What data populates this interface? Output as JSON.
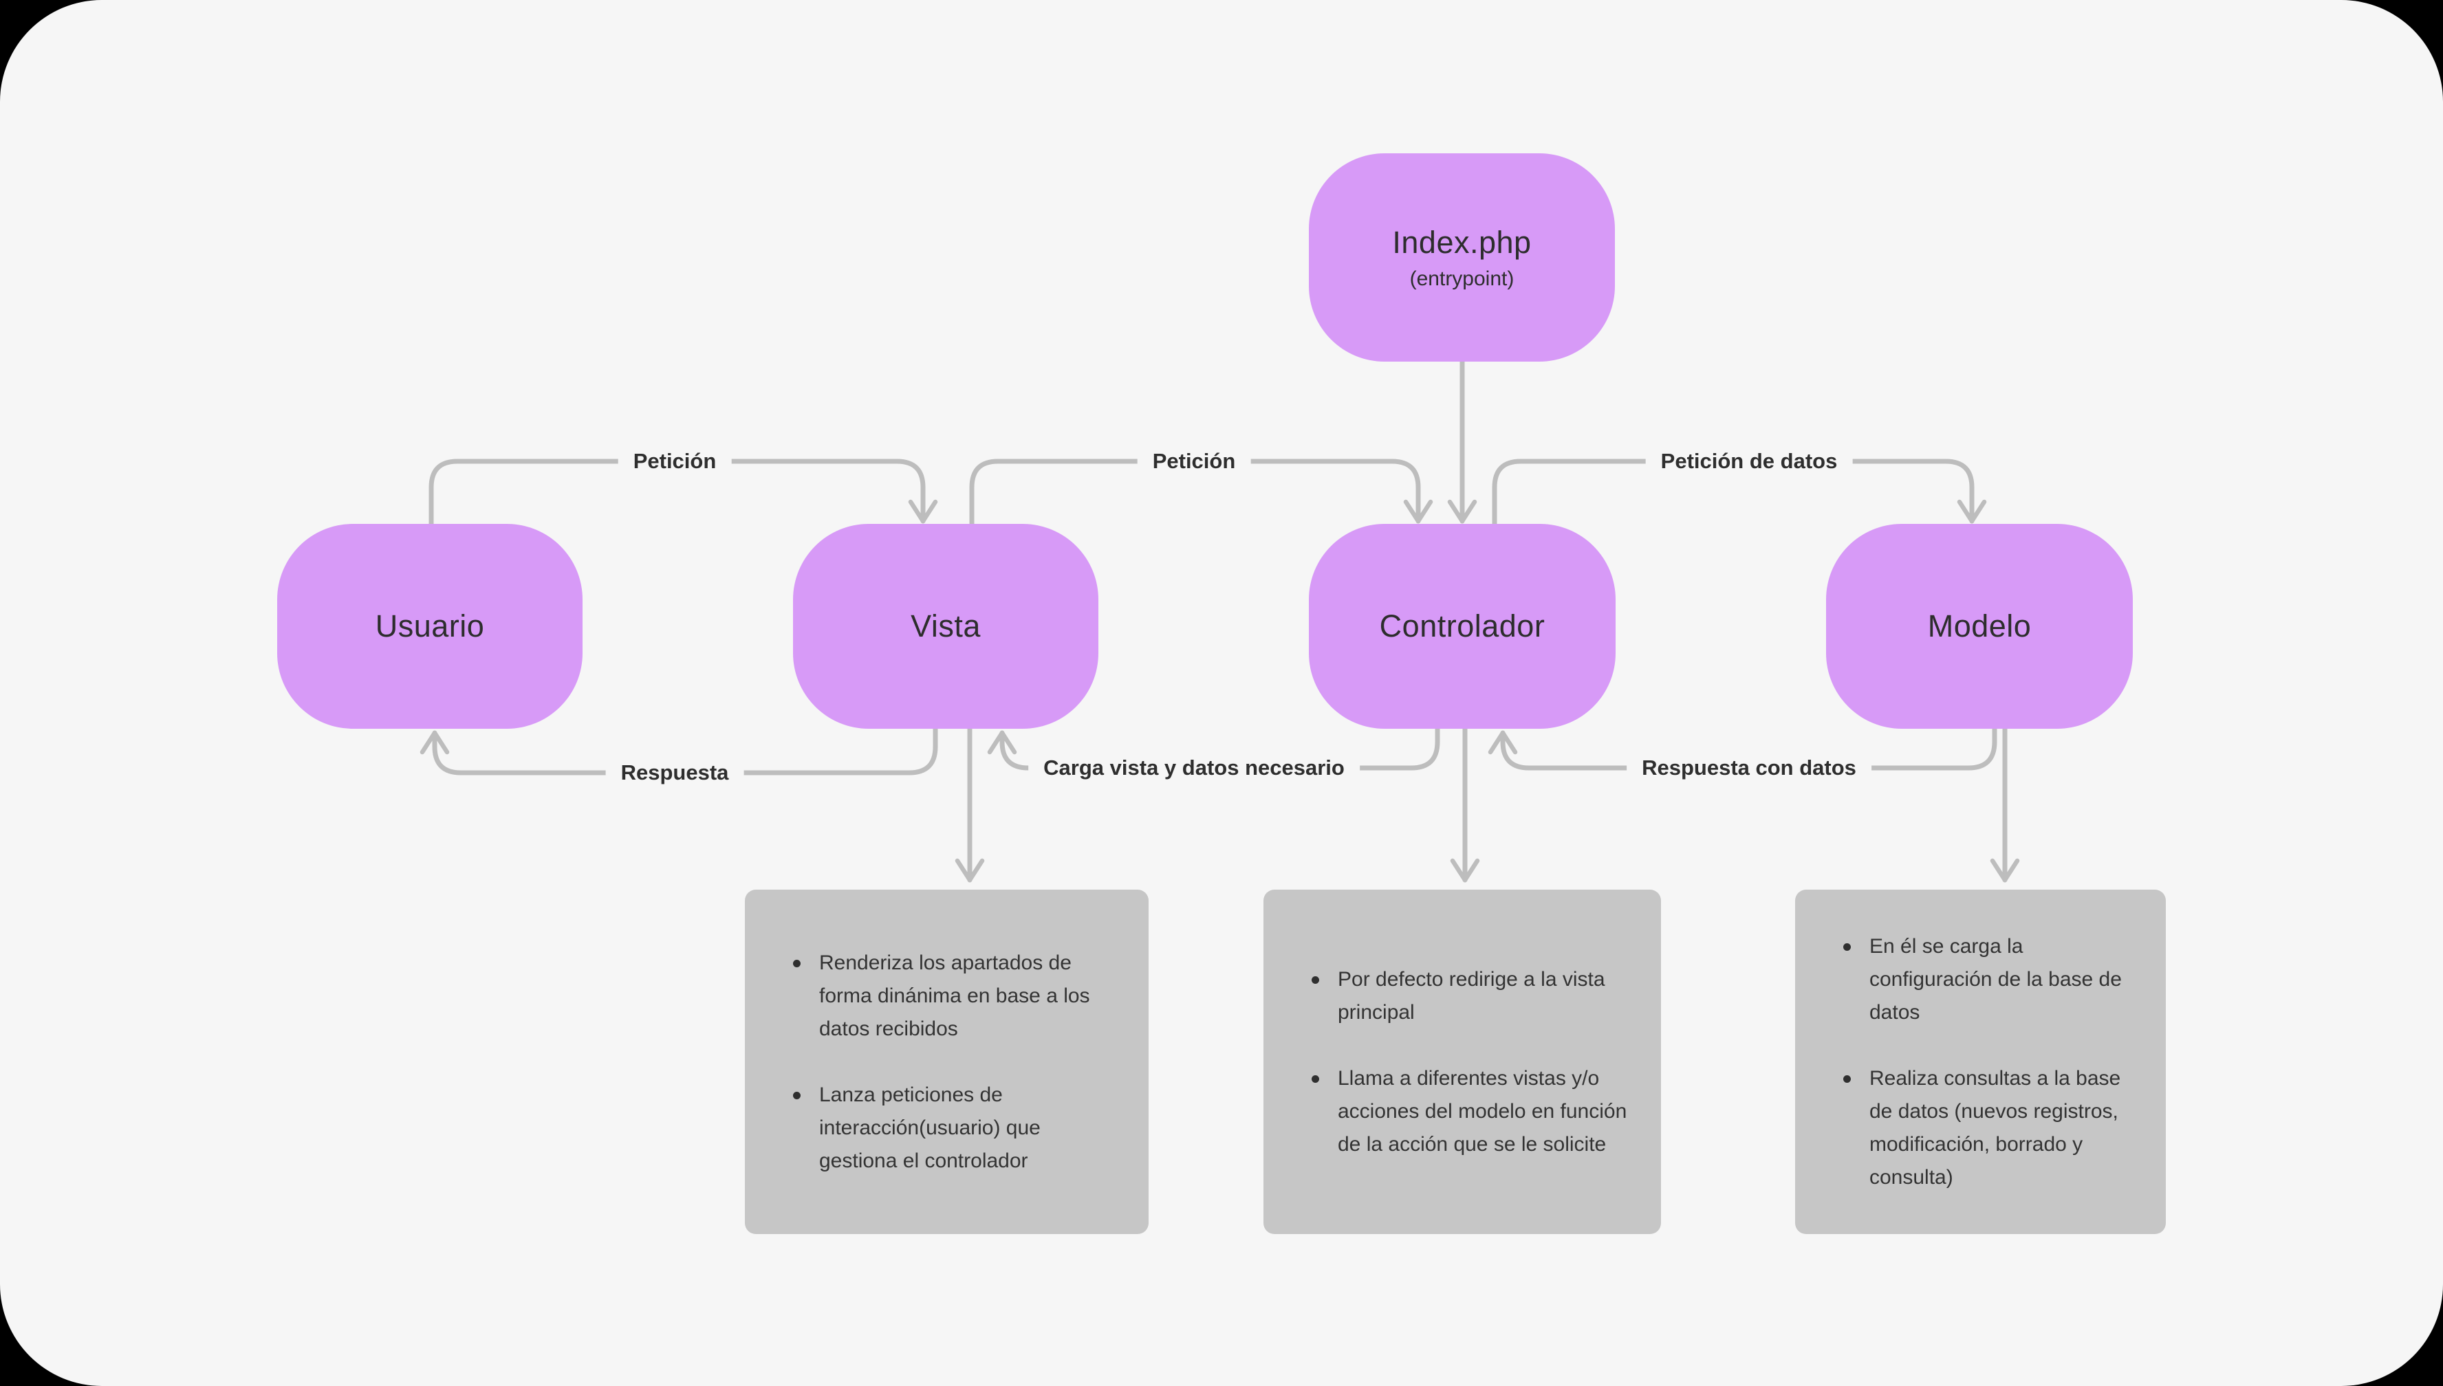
{
  "nodes": {
    "index": {
      "title": "Index.php",
      "subtitle": "(entrypoint)"
    },
    "usuario": {
      "label": "Usuario"
    },
    "vista": {
      "label": "Vista"
    },
    "controlador": {
      "label": "Controlador"
    },
    "modelo": {
      "label": "Modelo"
    }
  },
  "edges": {
    "usuario_to_vista": "Petición",
    "vista_to_controlador": "Petición",
    "controlador_to_modelo": "Petición de datos",
    "vista_to_usuario": "Respuesta",
    "controlador_to_vista": "Carga vista y datos necesario",
    "modelo_to_controlador": "Respuesta con datos"
  },
  "cards": {
    "vista": {
      "items": [
        "Renderiza los apartados de forma dinánima en base a los datos recibidos",
        "Lanza peticiones de interacción(usuario) que gestiona el controlador"
      ]
    },
    "controlador": {
      "items": [
        "Por defecto redirige a la vista principal",
        "Llama a diferentes vistas y/o acciones del modelo en función de la acción que se le solicite"
      ]
    },
    "modelo": {
      "items": [
        "En él se carga la configuración de la base de datos",
        "Realiza consultas a la base de datos (nuevos registros, modificación, borrado y consulta)"
      ]
    }
  },
  "colors": {
    "outer_background": "#000000",
    "panel_background": "#f6f6f6",
    "node_fill": "#d79af7",
    "card_fill": "#c6c6c6",
    "arrow": "#bdbdbd",
    "text": "#2e2e2e"
  }
}
